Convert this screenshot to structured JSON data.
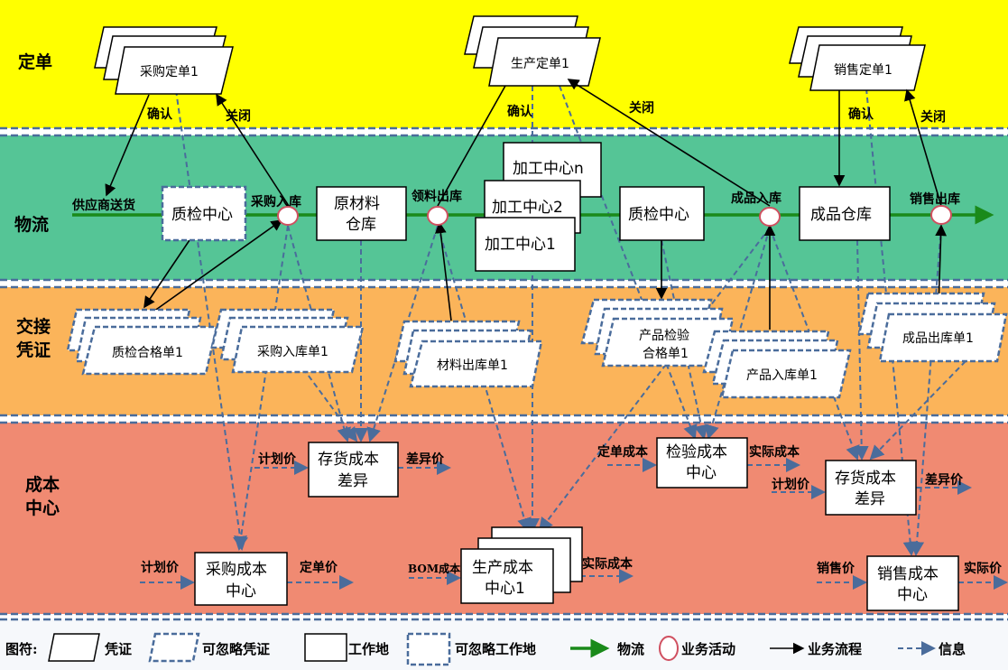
{
  "rows": {
    "order": "定单",
    "logistics": "物流",
    "voucher1": "交接",
    "voucher2": "凭证",
    "cost1": "成本",
    "cost2": "中心"
  },
  "colors": {
    "order": "#ffff00",
    "logistics": "#55c596",
    "voucher": "#fbb45a",
    "cost": "#f08a72",
    "info": "#4a6c9b",
    "flow": "#1a8a1a"
  },
  "orders": {
    "purchase": "采购定单1",
    "production": "生产定单1",
    "sales": "销售定单1",
    "confirm": "确认",
    "close": "关闭"
  },
  "logistics": {
    "supplier": "供应商送货",
    "qc1": "质检中心",
    "purchase_in": "采购入库",
    "raw_store": [
      "原材料",
      "仓库"
    ],
    "issue": "领料出库",
    "wc_n": "加工中心n",
    "wc_2": "加工中心2",
    "wc_1": "加工中心1",
    "qc2": "质检中心",
    "product_in": "成品入库",
    "product_store": "成品仓库",
    "sales_out": "销售出库"
  },
  "vouchers": {
    "qc_pass": "质检合格单1",
    "purchase_in": "采购入库单1",
    "material_out": "材料出库单1",
    "product_qc": [
      "产品检验",
      "合格单1"
    ],
    "product_in": "产品入库单1",
    "finished_out": "成品出库单1"
  },
  "cost": {
    "inv_diff": [
      "存货成本",
      "差异"
    ],
    "inspect": [
      "检验成本",
      "中心"
    ],
    "purchase": [
      "采购成本",
      "中心"
    ],
    "production": [
      "生产成本",
      "中心1"
    ],
    "sales": [
      "销售成本",
      "中心"
    ],
    "plan_price": "计划价",
    "diff_price": "差异价",
    "order_cost": "定单成本",
    "actual_cost": "实际成本",
    "order_price": "定单价",
    "bom_cost": "BOM成本",
    "sales_price": "销售价",
    "actual_price": "实际价"
  },
  "legend": {
    "title": "图符:",
    "voucher": "凭证",
    "opt_voucher": "可忽略凭证",
    "workplace": "工作地",
    "opt_workplace": "可忽略工作地",
    "logistics": "物流",
    "activity": "业务活动",
    "process": "业务流程",
    "info": "信息"
  }
}
